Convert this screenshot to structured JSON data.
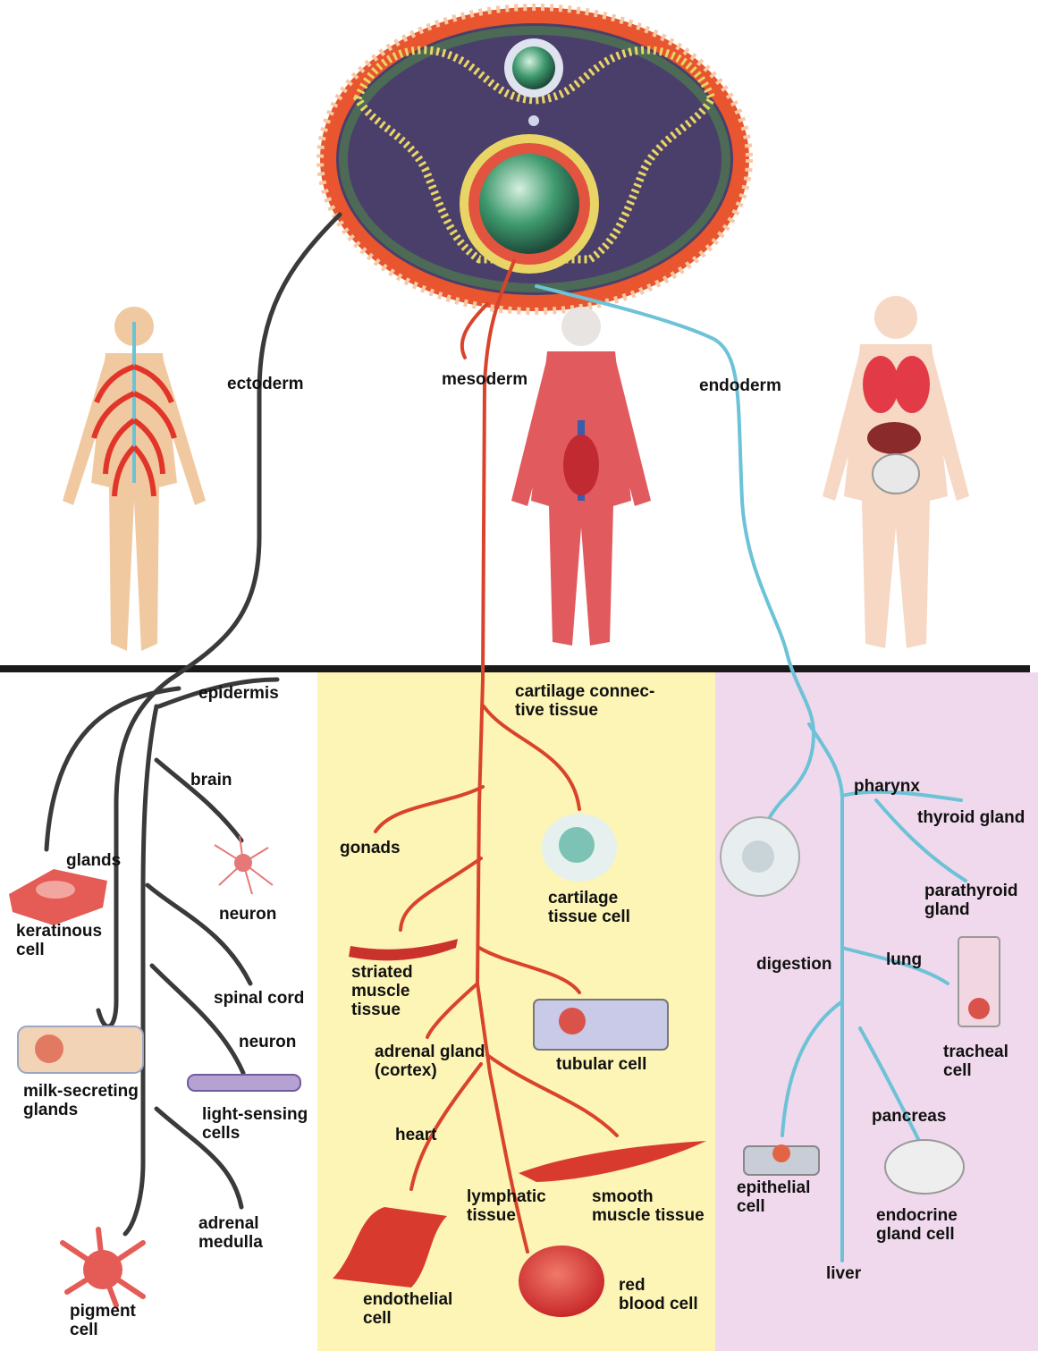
{
  "colors": {
    "ectoderm_line": "#3a3a3a",
    "mesoderm_line": "#d9432b",
    "endoderm_line": "#6cc2d6",
    "ectoderm_bg": "#ffffff",
    "mesoderm_bg": "#fdf5b6",
    "endoderm_bg": "#f0d9ec",
    "divider": "#1a1a1a"
  },
  "germ_layers": {
    "ectoderm": "ectoderm",
    "mesoderm": "mesoderm",
    "endoderm": "endoderm"
  },
  "ectoderm_labels": {
    "epidermis": "epidermis",
    "brain": "brain",
    "glands": "glands",
    "keratinous_cell": "keratinous\ncell",
    "neuron_brain": "neuron",
    "spinal_cord": "spinal cord",
    "neuron_spinal": "neuron",
    "milk_glands": "milk-secreting\nglands",
    "light_cells": "light-sensing\ncells",
    "adrenal_medulla": "adrenal\nmedulla",
    "pigment_cell": "pigment\ncell"
  },
  "mesoderm_labels": {
    "cartilage_ct": "cartilage connec-\ntive tissue",
    "gonads": "gonads",
    "cartilage_cell": "cartilage\ntissue cell",
    "striated": "striated\nmuscle\ntissue",
    "adrenal_cortex": "adrenal gland\n(cortex)",
    "tubular_cell": "tubular cell",
    "heart": "heart",
    "lymphatic": "lymphatic\ntissue",
    "smooth_muscle": "smooth\nmuscle tissue",
    "endothelial": "endothelial\ncell",
    "rbc": "red\nblood cell"
  },
  "endoderm_labels": {
    "pharynx": "pharynx",
    "thyroid": "thyroid gland",
    "parathyroid": "parathyroid\ngland",
    "digestion": "digestion",
    "lung": "lung",
    "tracheal": "tracheal\ncell",
    "pancreas": "pancreas",
    "epithelial": "epithelial\ncell",
    "endocrine": "endocrine\ngland cell",
    "liver": "liver"
  }
}
